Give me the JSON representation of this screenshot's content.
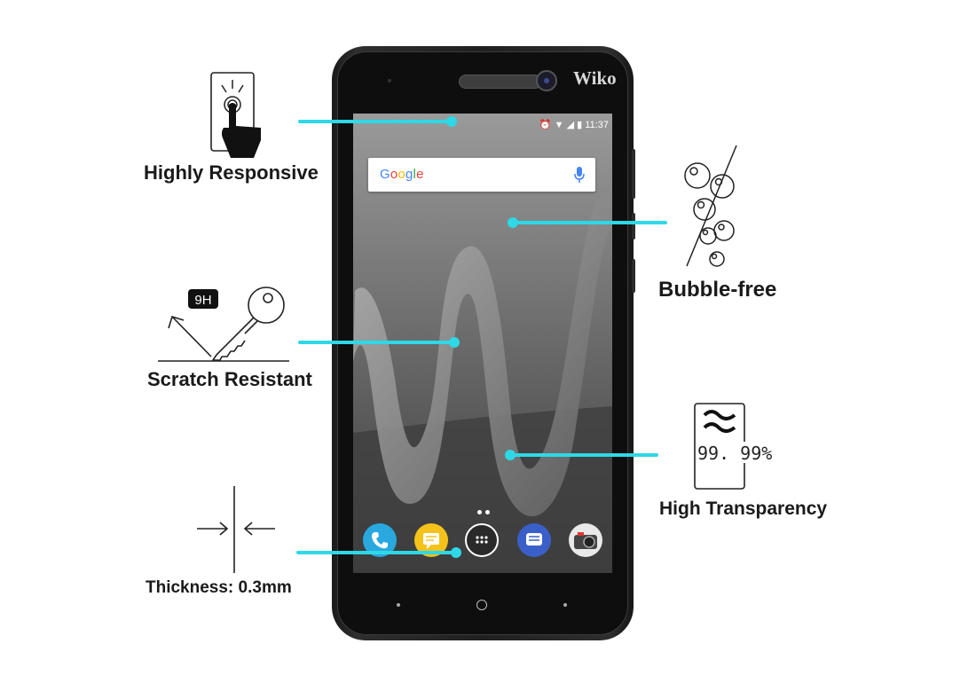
{
  "features": {
    "responsive": "Highly Responsive",
    "scratch": "Scratch Resistant",
    "thickness": "Thickness: 0.3mm",
    "bubble": "Bubble-free",
    "transparency": "High Transparency"
  },
  "icons": {
    "hardness": "9H",
    "transparency_value": "99. 99%",
    "responsive_icon": "touch-finger-icon",
    "scratch_icon": "key-scratch-icon",
    "thickness_icon": "thickness-arrows-icon",
    "bubble_icon": "no-bubbles-icon",
    "transparency_icon": "glass-transparency-icon"
  },
  "phone": {
    "brand": "Wiko",
    "time": "11:37",
    "search": "Google"
  },
  "colors": {
    "accent_line": "#2ed8e6",
    "google_blue": "#4285f4",
    "google_red": "#ea4335",
    "google_yellow": "#fbbc05",
    "google_green": "#34a853"
  }
}
